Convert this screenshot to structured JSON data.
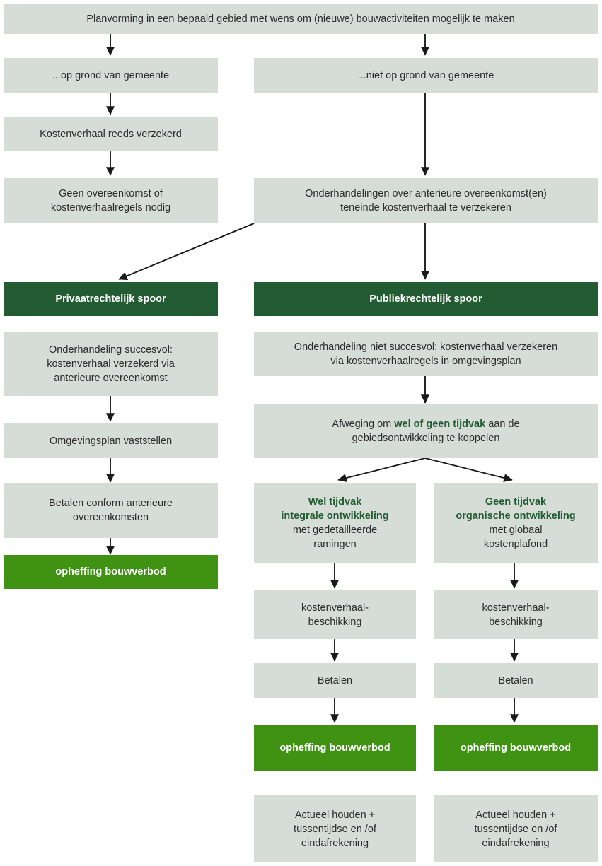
{
  "diagram": {
    "title_box": "Planvorming in een bepaald gebied met wens om (nieuwe) bouwactiviteiten mogelijk te maken",
    "colors": {
      "box_grey": "#d5ddd6",
      "box_dark_green": "#235c33",
      "box_bright_green": "#3f9212",
      "text_dark": "#2c2c2c",
      "text_white": "#ffffff",
      "accent_green_text": "#235c33",
      "arrow": "#1a1a1a",
      "background": "#ffffff"
    },
    "nodes": {
      "top": "Planvorming in een bepaald gebied met wens om (nieuwe) bouwactiviteiten mogelijk te maken",
      "left_op_grond": "...op grond van gemeente",
      "right_niet_op_grond": "...niet op grond van gemeente",
      "left_kostenverhaal_verzekerd": "Kostenverhaal reeds verzekerd",
      "left_geen_overeenkomst": "Geen overeenkomst of\nkostenverhaalregels nodig",
      "right_onderhandelingen": "Onderhandelingen over anterieure overeenkomst(en)\nteneinde kostenverhaal te verzekeren",
      "privaatrechtelijk_spoor": "Privaatrechtelijk spoor",
      "publiekrechtelijk_spoor": "Publiekrechtelijk spoor",
      "left_onderhandeling_succesvol": "Onderhandeling succesvol:\nkostenverhaal verzekerd via\nanterieure overeenkomst",
      "right_onderhandeling_niet_succesvol": "Onderhandeling niet succesvol: kostenverhaal verzekeren\nvia kostenverhaalregels in omgevingsplan",
      "left_omgevingsplan_vaststellen": "Omgevingsplan vaststellen",
      "right_afweging": {
        "before": "Afweging om ",
        "highlight": "wel of geen tijdvak",
        "after": " aan de\ngebiedsontwikkeling te koppelen"
      },
      "left_betalen_conform": "Betalen conform anterieure\novereenkomsten",
      "left_opheffing_bouwverbod": "opheffing bouwverbod",
      "wel_tijdvak": {
        "line1": "Wel tijdvak",
        "line2": "integrale ontwikkeling",
        "line3": "met gedetailleerde\nramingen"
      },
      "geen_tijdvak": {
        "line1": "Geen tijdvak",
        "line2": "organische ontwikkeling",
        "line3": "met globaal\nkostenplafond"
      },
      "kostenverhaalbeschikking_left": "kostenverhaal-\nbeschikking",
      "kostenverhaalbeschikking_right": "kostenverhaal-\nbeschikking",
      "betalen_left": "Betalen",
      "betalen_right": "Betalen",
      "opheffing_bouwverbod_mid": "opheffing bouwverbod",
      "opheffing_bouwverbod_right": "opheffing bouwverbod",
      "actueel_houden_mid": "Actueel houden +\ntussentijdse en /of\neindafrekening",
      "actueel_houden_right": "Actueel houden +\ntussentijdse en /of\neindafrekening"
    }
  }
}
